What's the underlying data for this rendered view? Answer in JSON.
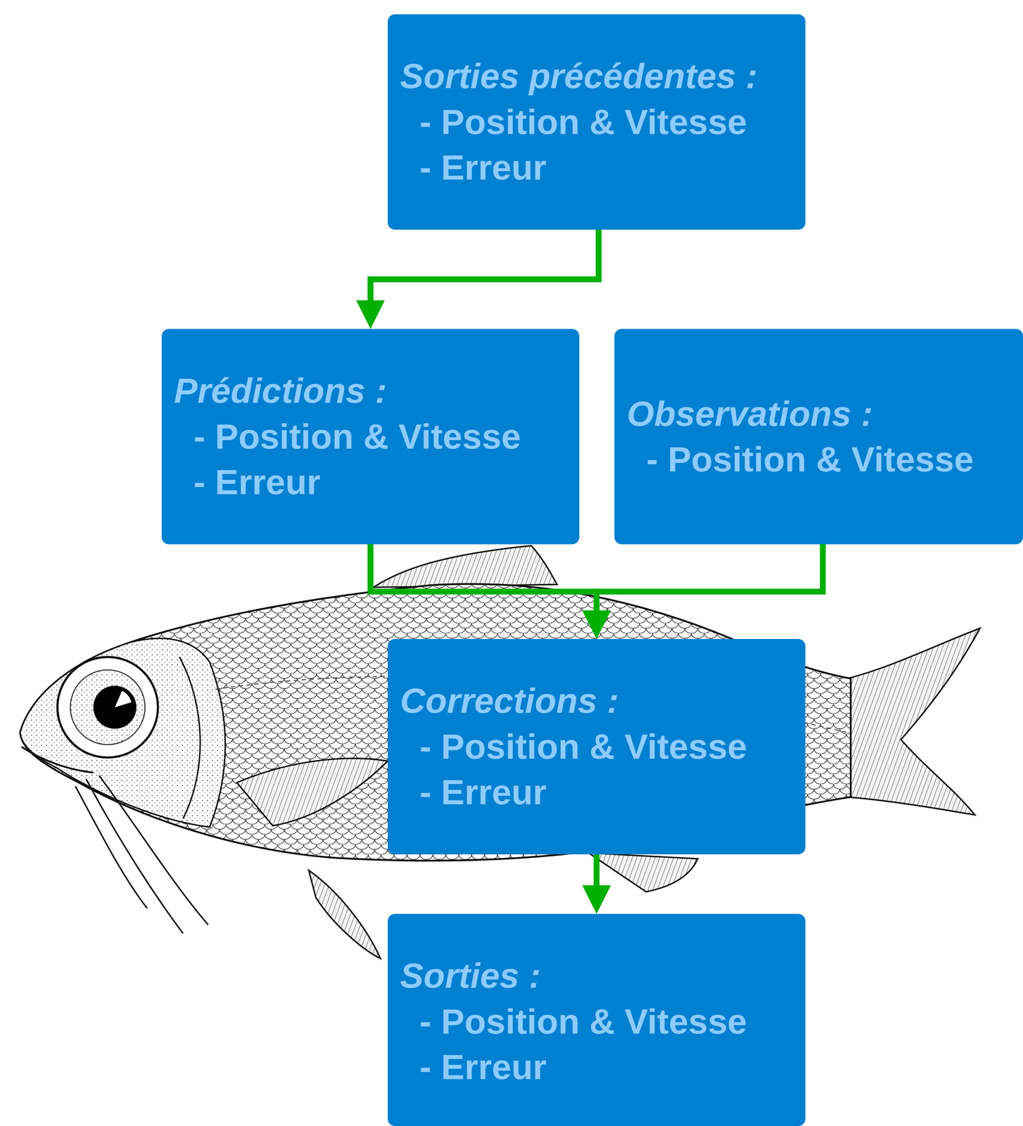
{
  "diagram": {
    "nodes": [
      {
        "text": [
          "Sorties précédentes :",
          "- Position & Vitesse",
          "- Erreur"
        ]
      },
      {
        "text": [
          "Prédictions :",
          "- Position & Vitesse",
          "- Erreur"
        ]
      },
      {
        "text": [
          "Observations :",
          "- Position & Vitesse"
        ]
      },
      {
        "text": [
          "Corrections :",
          "- Position & Vitesse",
          "- Erreur"
        ]
      },
      {
        "text": [
          "Sorties :",
          "- Position & Vitesse",
          "- Erreur"
        ]
      }
    ],
    "edges": [
      {
        "from": 0,
        "to": 1,
        "arrow": "to"
      },
      {
        "from": 1,
        "to": 3,
        "arrow": "to"
      },
      {
        "from": 2,
        "to": 3,
        "arrow": "to"
      },
      {
        "from": 3,
        "to": 4,
        "arrow": "to"
      }
    ]
  }
}
